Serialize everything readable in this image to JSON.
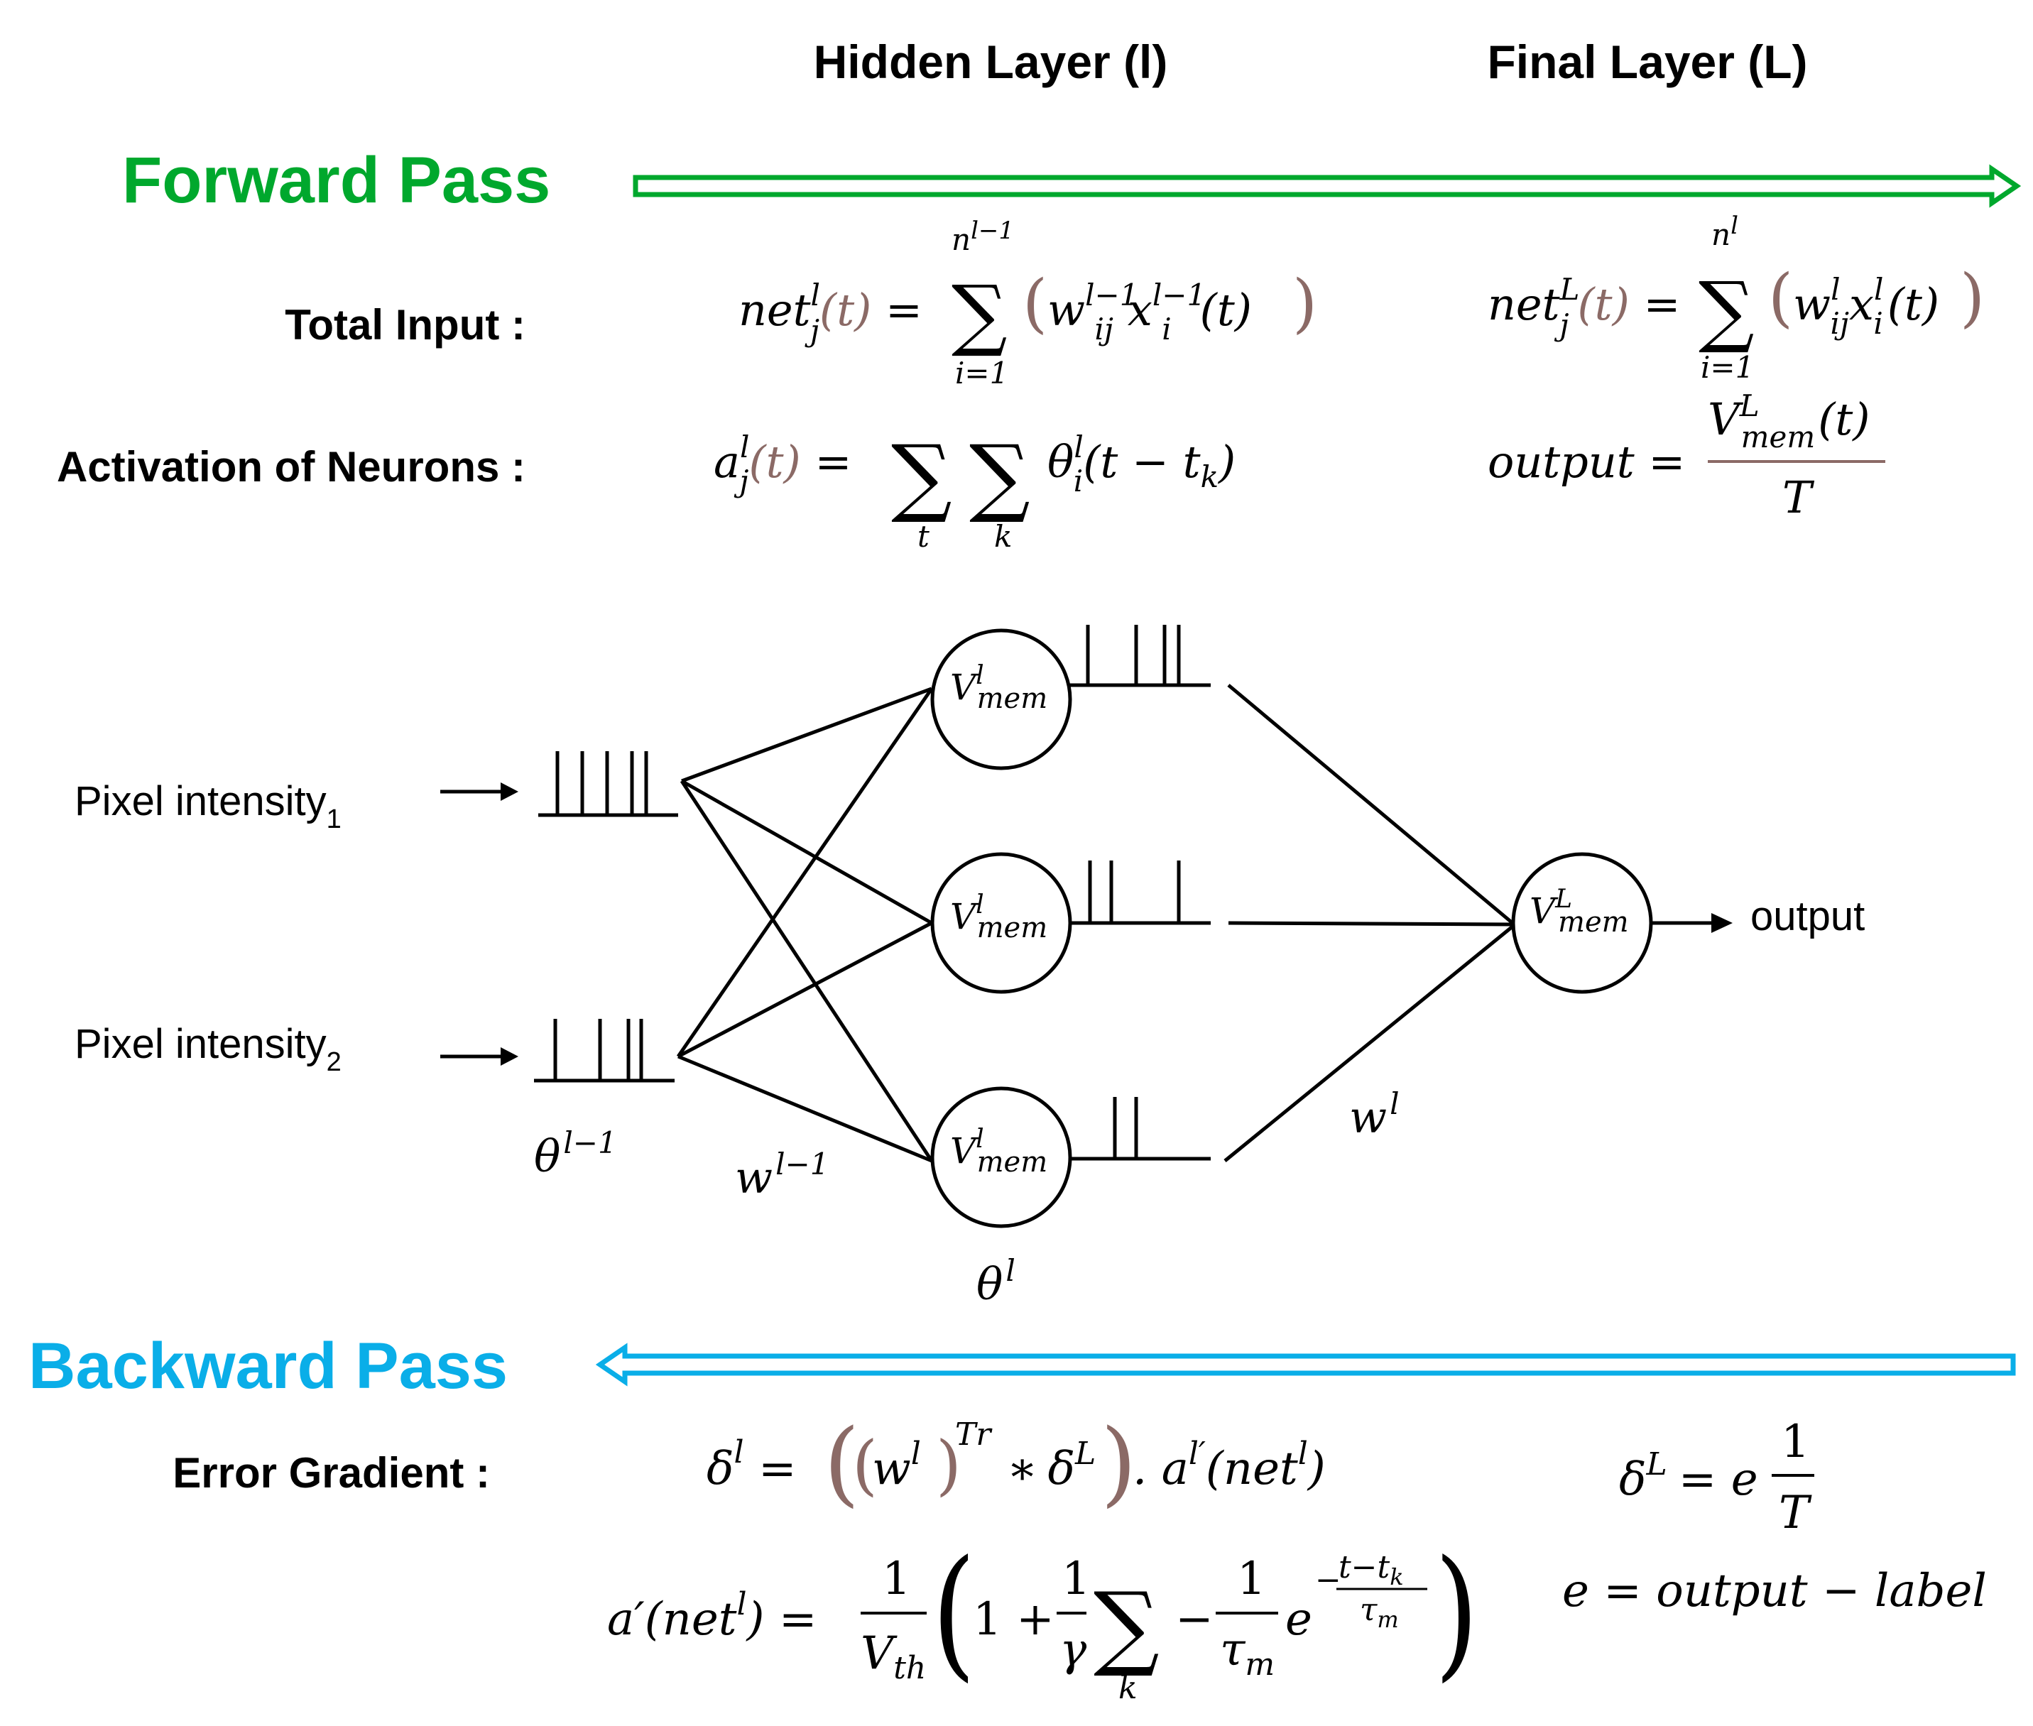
{
  "headers": {
    "hidden_layer": "Hidden Layer (l)",
    "final_layer": "Final Layer (L)"
  },
  "forward": {
    "title": "Forward Pass",
    "color": "#00a82d",
    "total_input_label": "Total Input :",
    "activation_label": "Activation of Neurons :",
    "eq_net_hidden": {
      "lhs": "net",
      "sup": "l",
      "sub": "j",
      "arg": "(t)",
      "sum_top": "n",
      "sum_top_sup": "l−1",
      "sum_bot": "i=1",
      "w_sup": "l−1",
      "w_sub": "ij",
      "x_sup": "l−1",
      "x_sub": "i"
    },
    "eq_net_final": {
      "lhs": "net",
      "sup": "L",
      "sub": "j",
      "arg": "(t)",
      "sum_top": "n",
      "sum_top_sup": "l",
      "sum_bot": "i=1",
      "w_sup": "l",
      "w_sub": "ij",
      "x_sup": "l",
      "x_sub": "i"
    },
    "eq_activation": {
      "lhs": "a",
      "sup": "l",
      "sub": "j",
      "arg": "(t)",
      "sum1_bot": "t",
      "sum2_bot": "k",
      "theta_sup": "l",
      "theta_sub": "i",
      "theta_arg": "(t − t",
      "theta_arg_sub": "k",
      "close": ")"
    },
    "eq_output": {
      "lhs": "output",
      "num": "V",
      "num_sup": "L",
      "num_sub": "mem",
      "num_arg": "(t)",
      "den": "T"
    }
  },
  "network": {
    "input_1": "Pixel intensity",
    "input_1_sub": "1",
    "input_2": "Pixel intensity",
    "input_2_sub": "2",
    "neuron_hidden": {
      "base": "V",
      "sup": "l",
      "sub": "mem"
    },
    "neuron_final": {
      "base": "V",
      "sup": "L",
      "sub": "mem"
    },
    "output_label": "output",
    "theta_prev": {
      "base": "θ",
      "sup": "l−1"
    },
    "weight_prev": {
      "base": "w",
      "sup": "l−1"
    },
    "weight_curr": {
      "base": "w",
      "sup": "l"
    },
    "theta_curr": {
      "base": "θ",
      "sup": "l"
    }
  },
  "backward": {
    "title": "Backward Pass",
    "color": "#0aaee8",
    "error_label": "Error Gradient :",
    "eq_delta_hidden": {
      "lhs": "δ",
      "lhs_sup": "l",
      "w": "w",
      "w_sup": "l",
      "tr": "Tr",
      "star": "∗",
      "dL": "δ",
      "dL_sup": "L",
      "dot": ". a",
      "a_sup": "l′",
      "net": "(net",
      "net_sup": "l",
      "close": ")"
    },
    "eq_delta_final": {
      "lhs": "δ",
      "lhs_sup": "L",
      "eq": "= e",
      "num": "1",
      "den": "T"
    },
    "eq_error": "e = output  − label",
    "eq_aprime": {
      "lhs": "a′(net",
      "lhs_sup": "l",
      "lhs_close": ") =",
      "f1_num": "1",
      "f1_den": "V",
      "f1_den_sub": "th",
      "one_plus": "1 +",
      "f2_num": "1",
      "f2_den": "γ",
      "sum_bot": "k",
      "minus": "−",
      "f3_num": "1",
      "f3_den": "τ",
      "f3_den_sub": "m",
      "e": "e",
      "exp_sign": "−",
      "exp_num": "t−t",
      "exp_num_sub": "k",
      "exp_den": "τ",
      "exp_den_sub": "m"
    }
  },
  "colors": {
    "paren": "#8b6a66",
    "ink": "#000000"
  }
}
